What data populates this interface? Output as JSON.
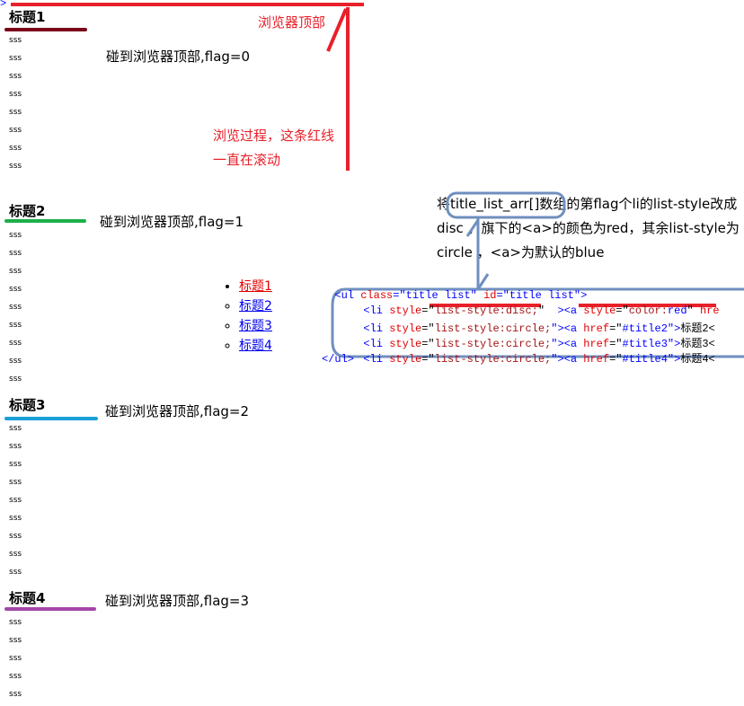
{
  "sections": [
    {
      "title": "标题1",
      "note": "碰到浏览器顶部,flag=0",
      "color": "#7a0019",
      "items": [
        "sss",
        "sss",
        "sss",
        "sss",
        "sss",
        "sss",
        "sss",
        "sss"
      ]
    },
    {
      "title": "标题2",
      "note": "碰到浏览器顶部,flag=1",
      "color": "#1db04a",
      "items": [
        "sss",
        "sss",
        "sss",
        "sss",
        "sss",
        "sss",
        "sss",
        "sss",
        "sss"
      ]
    },
    {
      "title": "标题3",
      "note": "碰到浏览器顶部,flag=2",
      "color": "#1a9fd8",
      "items": [
        "sss",
        "sss",
        "sss",
        "sss",
        "sss",
        "sss",
        "sss",
        "sss",
        "sss"
      ]
    },
    {
      "title": "标题4",
      "note": "碰到浏览器顶部,flag=3",
      "color": "#a347a7",
      "items": [
        "sss",
        "sss",
        "sss",
        "sss",
        "sss"
      ]
    }
  ],
  "annotations": {
    "browser_top": "浏览器顶部",
    "scroll_line_1": "浏览过程，这条红线",
    "scroll_line_2": "一直在滚动",
    "desc_1": "将title_list_arr[]数组的第flag个li的list-style改成",
    "desc_2": "disc ，旗下的<a>的颜色为red，其余list-style为",
    "desc_3": "circle ，<a>为默认的blue"
  },
  "toc": [
    {
      "label": "标题1",
      "active": true
    },
    {
      "label": "标题2",
      "active": false
    },
    {
      "label": "标题3",
      "active": false
    },
    {
      "label": "标题4",
      "active": false
    }
  ],
  "code": {
    "corner": ">",
    "ul_open": [
      "<ul ",
      "class",
      "=\"",
      "title list",
      "\" ",
      "id",
      "=\"",
      "title list",
      "\">"
    ],
    "li1": [
      "<li ",
      "style",
      "=\"",
      "list-style:disc;",
      "\"  ",
      "><a ",
      "style",
      "=\"",
      "color:",
      "red",
      "\" ",
      "hre"
    ],
    "li2": [
      "<li ",
      "style",
      "=\"",
      "list-style:circle;",
      "\"><a ",
      "href",
      "=\"",
      "#title2",
      "\">",
      "标题2<"
    ],
    "li3": [
      "<li ",
      "style",
      "=\"",
      "list-style:circle;",
      "\"><a ",
      "href",
      "=\"",
      "#title3",
      "\">",
      "标题3<"
    ],
    "li4": [
      "<li ",
      "style",
      "=\"",
      "list-style:circle;",
      "\"><a ",
      "href",
      "=\"",
      "#title4",
      "\">",
      "标题4<"
    ],
    "ul_close": "</ul>"
  }
}
